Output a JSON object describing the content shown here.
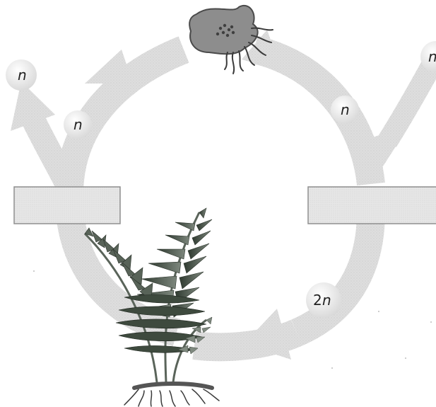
{
  "diagram": {
    "labels": {
      "haploid_top_left": "n",
      "haploid_left_arrow": "n",
      "haploid_right": "n",
      "haploid_top_right": "n",
      "diploid": "2",
      "diploid_n": "n"
    },
    "label_boxes": {
      "left": "",
      "right": ""
    },
    "colors": {
      "cycle_arrow": "#d9d9d9",
      "label_box_fill": "#e2e2e2",
      "label_box_border": "#8f8f8f",
      "frond_dark": "#3e4a3e",
      "frond_mid": "#6d786d",
      "frond_light": "#9aa39a",
      "gametophyte": "#8a8a8a",
      "circle_fill": "#f0f0f0"
    },
    "icons": [
      "gametophyte-icon",
      "fern-sporophyte-icon",
      "rhizome-roots-icon"
    ]
  }
}
